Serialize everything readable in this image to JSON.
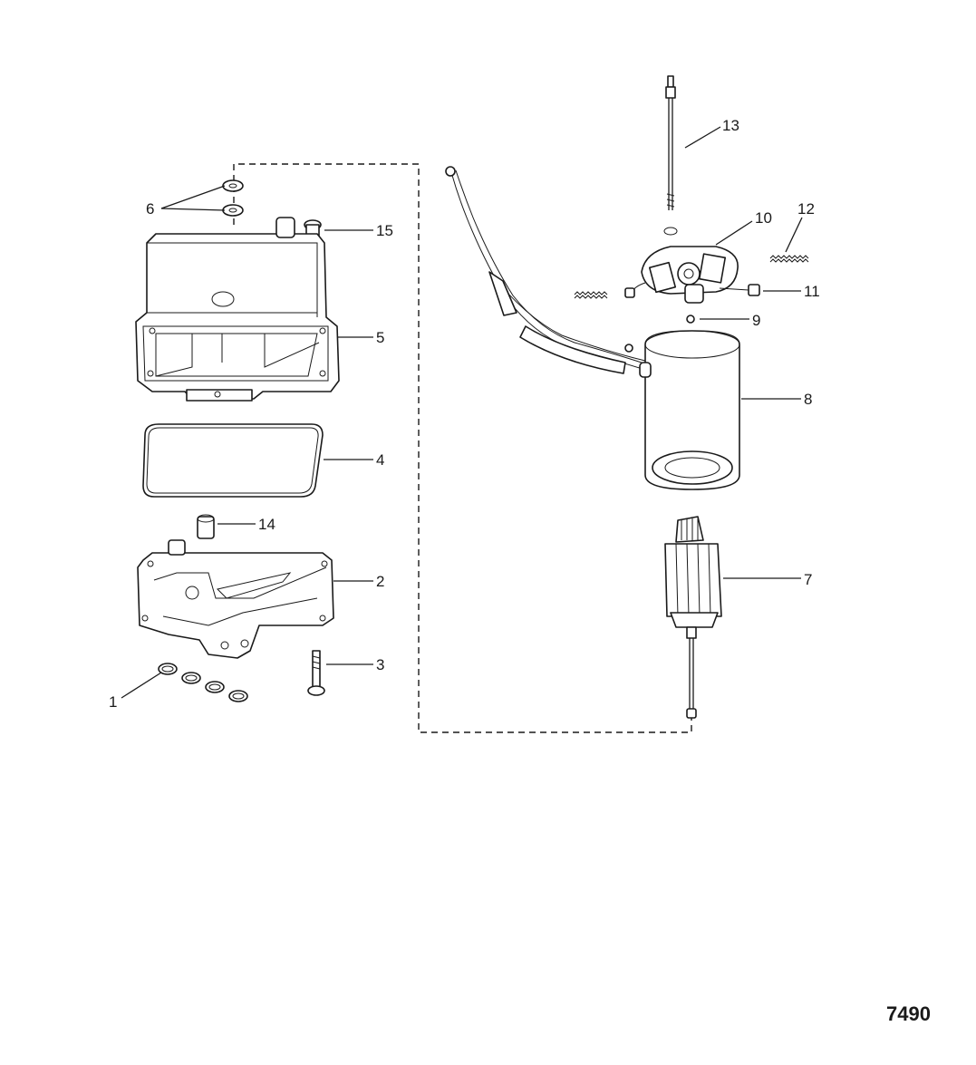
{
  "callouts": {
    "c1": "1",
    "c2": "2",
    "c3": "3",
    "c4": "4",
    "c5": "5",
    "c6": "6",
    "c7": "7",
    "c8": "8",
    "c9": "9",
    "c10": "10",
    "c11": "11",
    "c12": "12",
    "c13": "13",
    "c14": "14",
    "c15": "15"
  },
  "figure_number": "7490",
  "colors": {
    "line": "#1a1a1a",
    "background": "#ffffff"
  }
}
